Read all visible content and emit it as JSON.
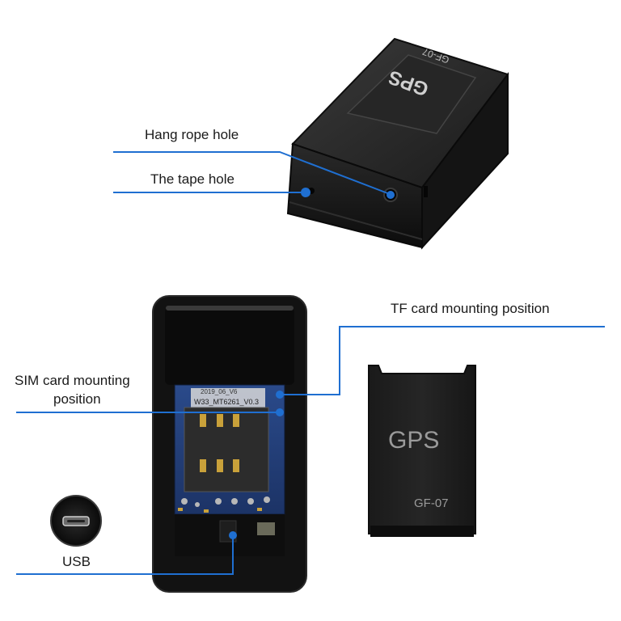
{
  "callouts": {
    "hang_rope_hole": "Hang rope hole",
    "tape_hole": "The tape hole",
    "tf_card": "TF card mounting position",
    "sim_card_line1": "SIM card mounting",
    "sim_card_line2": "position",
    "usb": "USB"
  },
  "device": {
    "top_brand": "GPS",
    "top_model": "GF-07",
    "cover_brand": "GPS",
    "cover_model": "GF-07",
    "pcb_text_1": "2019_06_V6",
    "pcb_text_2": "W33_MT6261_V0.3"
  },
  "colors": {
    "callout_line": "#1f6fd1",
    "device_body": "#161616"
  },
  "icons": [
    "micro-usb-port-icon"
  ]
}
